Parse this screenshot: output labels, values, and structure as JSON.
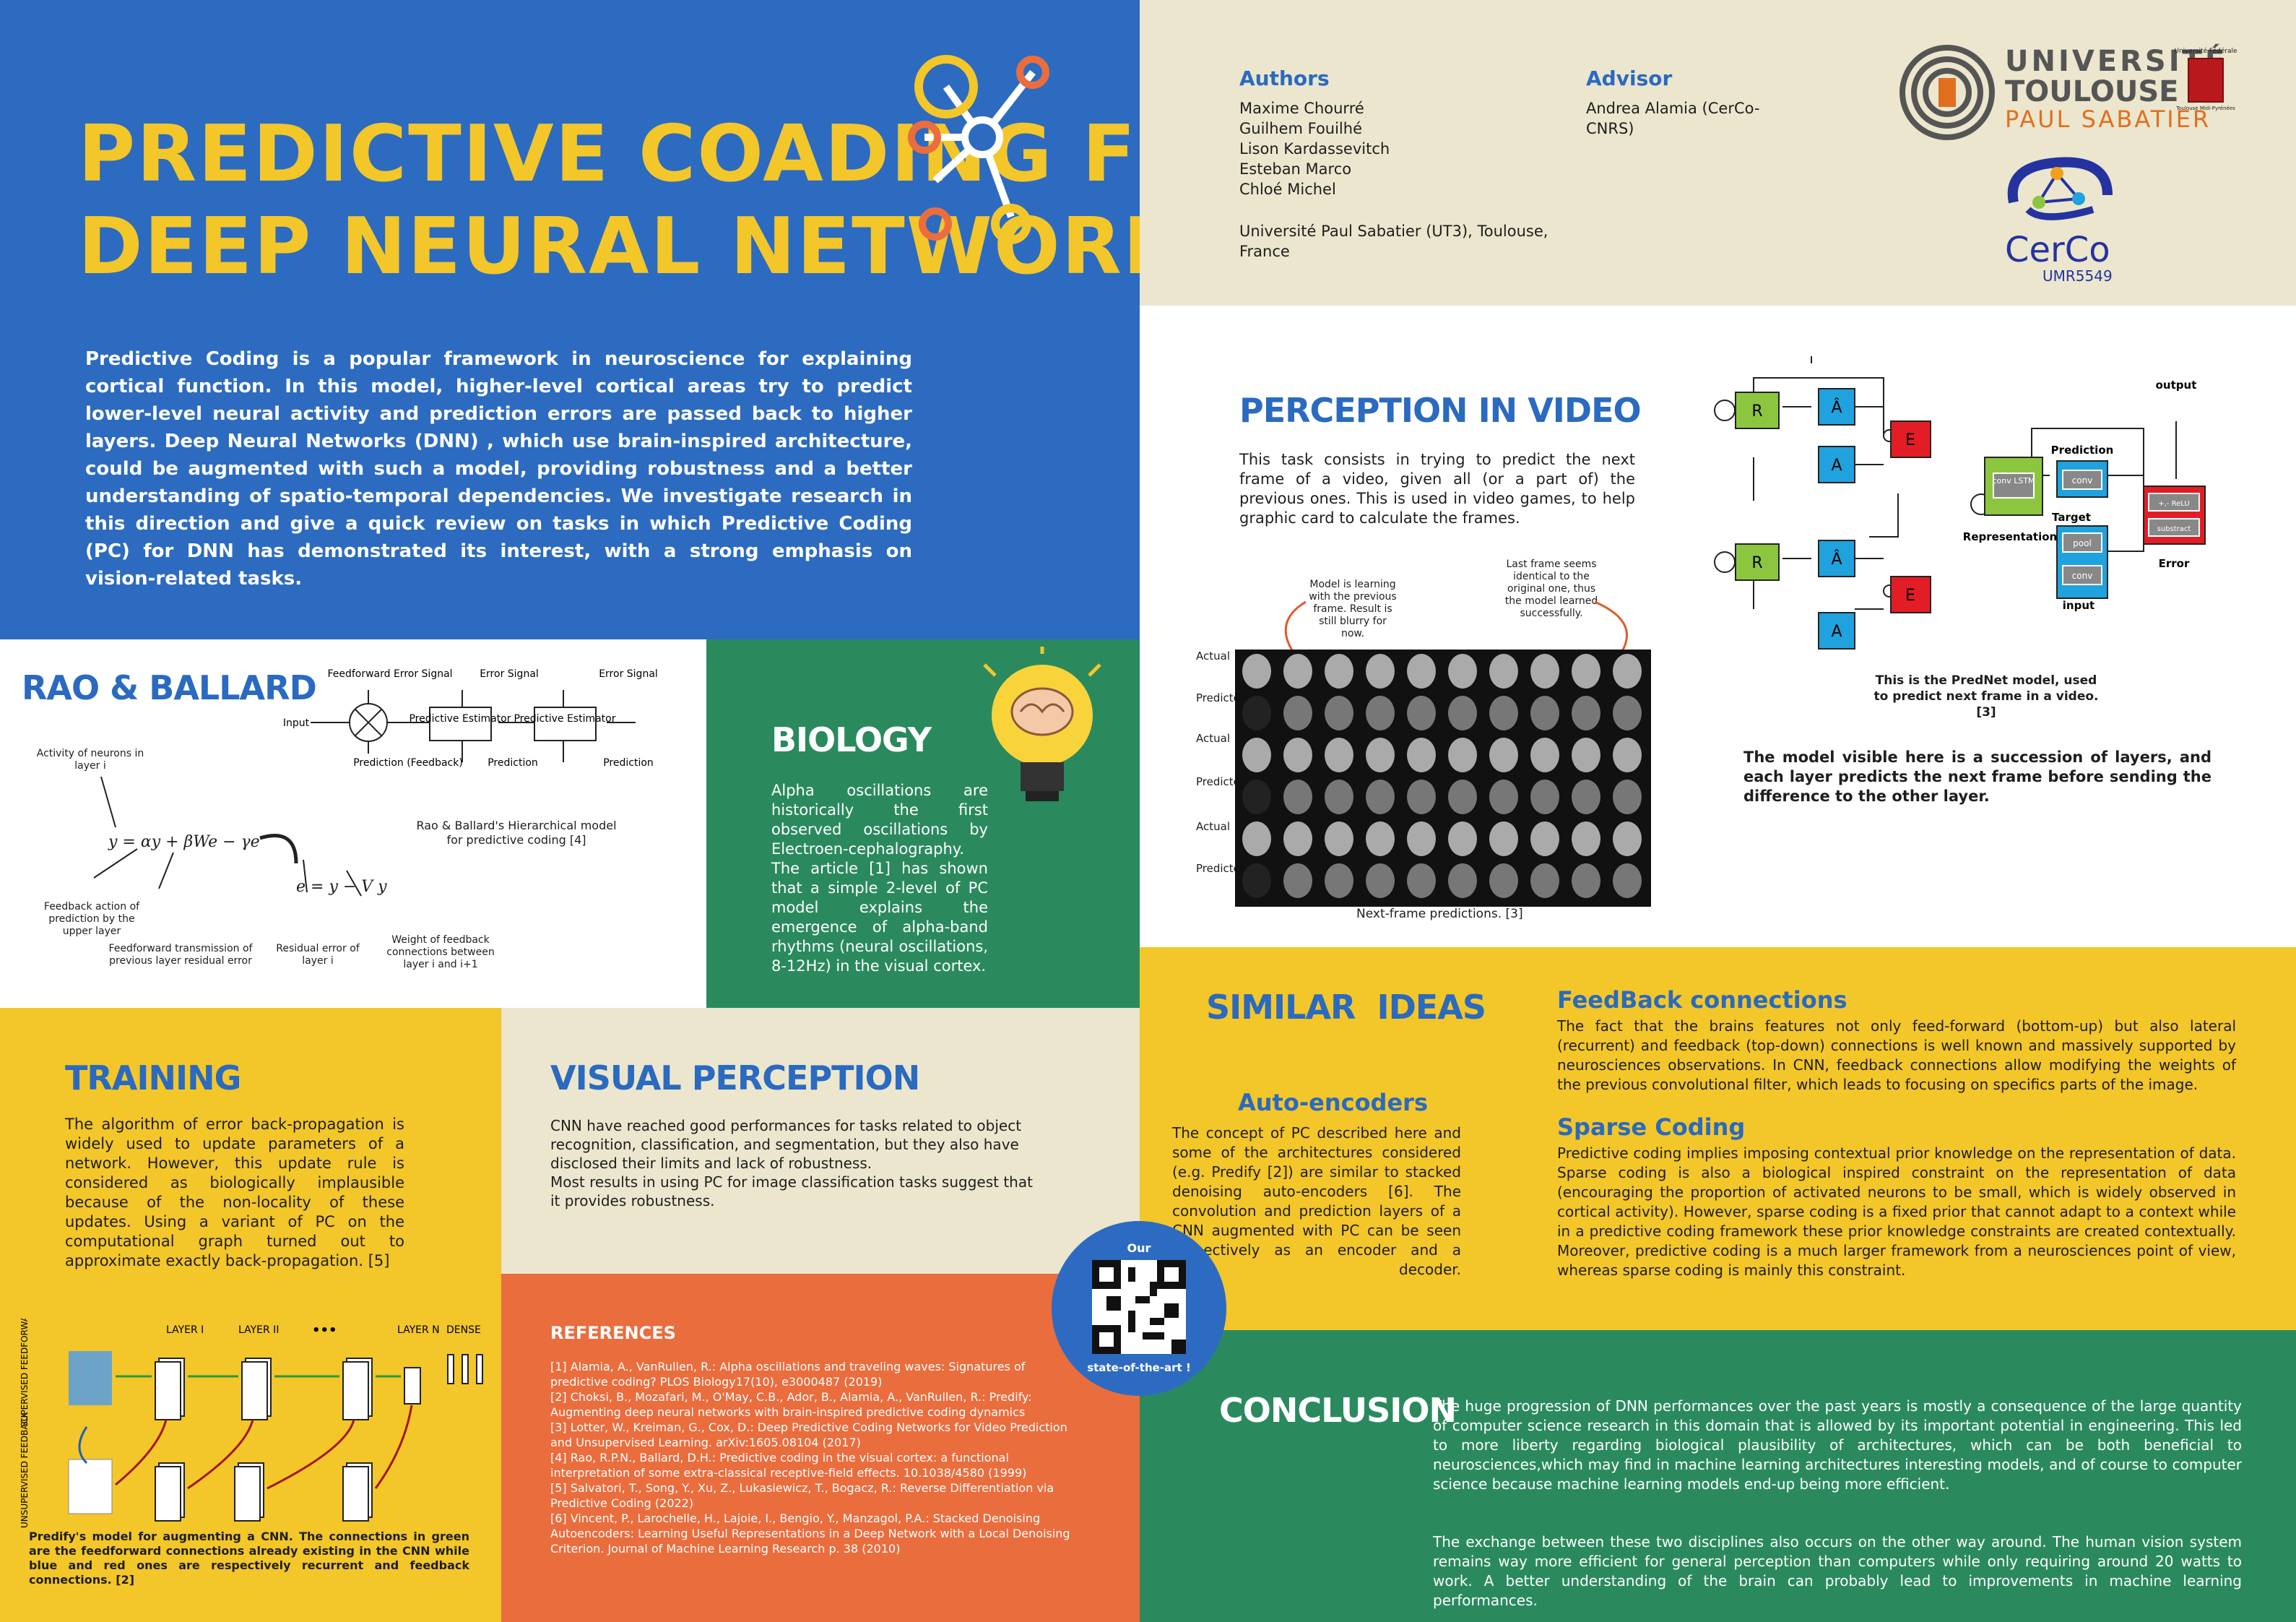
{
  "header": {
    "title_line1": "PREDICTIVE COADING FOR",
    "title_line2": "DEEP NEURAL NETWORKS",
    "intro": "Predictive Coding is a popular framework in neuroscience for explaining cortical function. In this model, higher-level cortical areas try to predict lower-level neural activity and prediction errors are passed back to higher layers. Deep Neural Networks (DNN) , which use brain-inspired architecture, could be augmented with such a model, providing robustness and a better understanding of spatio-temporal dependencies. We investigate research in this direction and give a quick review on tasks in which Predictive Coding (PC) for DNN has demonstrated its interest, with a strong emphasis on vision-related tasks."
  },
  "authors": {
    "heading": "Authors",
    "names": [
      "Maxime Chourré",
      "Guilhem Fouilhé",
      "Lison Kardassevitch",
      "Esteban Marco",
      "Chloé Michel"
    ],
    "affiliation": "Université Paul Sabatier (UT3), Toulouse, France",
    "advisor_heading": "Advisor",
    "advisor": "Andrea Alamia (CerCo-CNRS)"
  },
  "logos": {
    "ut3_line1": "UNIVERSITÉ",
    "ut3_line2": "TOULOUSE III",
    "ut3_line3": "PAUL SABATIER",
    "ut3_small": "Université Fédérale",
    "ut3_small2": "Toulouse Midi-Pyrénées",
    "cerco_name": "CerCo",
    "cerco_umr": "UMR5549"
  },
  "rao": {
    "title": "RAO & BALLARD",
    "caption": "Rao & Ballard's Hierarchical model for predictive coding [4]",
    "labels": {
      "ff": "Feedforward Error Signal",
      "error1": "Error Signal",
      "error2": "Error Signal",
      "input": "Input",
      "pe": "Predictive Estimator",
      "pred1": "Prediction",
      "pred2": "Prediction",
      "pred_fb": "Prediction (Feedback)",
      "activity": "Activity of neurons in layer i",
      "feedback_action": "Feedback action of prediction by the upper layer",
      "ff_transmission": "Feedforward transmission of previous layer residual error",
      "residual": "Residual error of layer i",
      "weight": "Weight of feedback connections between layer i and i+1",
      "eq1": "y = αy + βWe − γe",
      "eq2": "e = y − V y"
    }
  },
  "biology": {
    "title": "BIOLOGY",
    "text": "Alpha oscillations are historically the first observed oscillations by Electroen-cephalography. The article [1] has shown that a simple 2-level of PC model explains the emergence of alpha-band rhythms (neural oscillations, 8-12Hz) in the visual cortex."
  },
  "perception": {
    "title": "PERCEPTION IN VIDEO",
    "text": "This task consists in trying to predict the next frame of a video, given all (or a part of) the previous ones. This is used in video games, to help graphic card to calculate the frames.",
    "note1": "Model is learning with the previous frame. Result is still blurry for now.",
    "note2": "Last frame seems identical to the original one, thus the model learned successfully.",
    "rows": [
      "Actual",
      "Predicted",
      "Actual",
      "Predicted",
      "Actual",
      "Predicted"
    ],
    "caption": "Next-frame predictions. [3]",
    "prednet_caption": "This is the PredNet model, used to predict next frame in a video. [3]",
    "prednet_text": "The model visible here is a succession of layers, and each layer predicts the next frame before sending the difference to the other layer.",
    "prednet_labels": {
      "output": "output",
      "prediction": "Prediction",
      "target": "Target",
      "representation": "Representation",
      "error": "Error",
      "input": "input",
      "conv": "conv",
      "conv_lstm": "conv LSTM",
      "pool": "pool",
      "relu": "+,- ReLU",
      "substract": "substract"
    }
  },
  "training": {
    "title": "TRAINING",
    "text": "The algorithm of error back-propagation is widely used to update parameters of a network. However, this update rule is considered as biologically implausible because of the non-locality of these updates. Using a variant of PC on the computational graph turned out to approximate exactly back-propagation. [5]",
    "caption": "Predify's model for augmenting a CNN. The connections in green are the feedforward connections already existing in the CNN while blue and red ones are respectively recurrent and feedback connections. [2]",
    "labels": {
      "layer1": "LAYER I",
      "layer2": "LAYER II",
      "dots": "•••",
      "layerN": "LAYER N",
      "dense": "DENSE",
      "sup": "SUPERVISED FEEDFORWARD",
      "unsup": "UNSUPERVISED FEEDBACK"
    }
  },
  "visual": {
    "title": "VISUAL PERCEPTION",
    "text": "CNN have reached good performances for tasks related to object recognition, classification, and segmentation, but they also have disclosed their limits and lack of robustness.",
    "text2": "Most results in using PC for image classification tasks suggest that it provides robustness."
  },
  "references": {
    "title": "REFERENCES",
    "items": [
      "[1] Alamia, A., VanRullen, R.: Alpha oscillations and traveling waves: Signatures of predictive coding? PLOS Biology17(10), e3000487 (2019)",
      "[2] Choksi, B., Mozafari, M., O'May, C.B., Ador, B., Alamia, A., VanRullen, R.: Predify: Augmenting deep neural networks with brain-inspired predictive coding dynamics",
      "[3] Lotter, W., Kreiman, G., Cox, D.: Deep Predictive Coding Networks for Video Prediction and Unsupervised Learning. arXiv:1605.08104 (2017)",
      "[4] Rao, R.P.N., Ballard, D.H.: Predictive coding in the visual cortex: a functional interpretation of some extra-classical receptive-field effects. 10.1038/4580 (1999)",
      "[5] Salvatori, T., Song, Y., Xu, Z., Lukasiewicz, T., Bogacz, R.: Reverse Differentiation via Predictive Coding (2022)",
      "[6] Vincent, P., Larochelle, H., Lajoie, I., Bengio, Y., Manzagol, P.A.: Stacked Denoising Autoencoders: Learning Useful Representations in a Deep Network with a Local Denoising Criterion. Journal of Machine Learning Research p. 38 (2010)"
    ]
  },
  "qr": {
    "top": "Our",
    "bottom": "state-of-the-art !"
  },
  "similar": {
    "title": "SIMILAR  IDEAS",
    "auto_title": "Auto-encoders",
    "auto_text": "The concept of PC described here and some of the architectures considered (e.g. Predify [2]) are similar to stacked denoising auto-encoders [6]. The convolution and prediction layers of a CNN augmented with PC can be seen respectively as an encoder and a decoder.",
    "fb_title": "FeedBack connections",
    "fb_text": "The fact that the brains features not only feed-forward (bottom-up) but also lateral (recurrent) and feedback (top-down) connections is well known and massively supported by neurosciences observations. In CNN, feedback connections allow modifying the weights of the previous convolutional filter, which leads to focusing on specifics parts of the image.",
    "sparse_title": "Sparse Coding",
    "sparse_text": "Predictive coding implies imposing contextual prior knowledge on the representation of data. Sparse coding is also a biological inspired constraint on the representation of data (encouraging the proportion of activated neurons to be small, which is widely observed in cortical activity). However, sparse coding is a fixed prior that cannot adapt to a context while in a predictive coding framework these prior knowledge constraints are created contextually. Moreover, predictive coding is a much larger framework from a neurosciences point of view, whereas sparse coding is mainly this constraint."
  },
  "conclusion": {
    "title": "CONCLUSION",
    "text1": "The huge progression of DNN performances over the past years is mostly a consequence of the large quantity of computer science research in this domain that is allowed by its important potential in engineering. This led to more liberty regarding biological plausibility of architectures, which can be both beneficial to neurosciences,which may find in machine learning architectures interesting models, and of course to computer science because machine learning models end-up being more efficient.",
    "text2": "The exchange between these two disciplines also occurs on the other way around. The human vision system remains way more efficient for general perception than computers while only requiring around 20 watts to work. A better understanding of the brain can probably lead to improvements in machine learning performances."
  },
  "colors": {
    "blue": "#2c6bc0",
    "yellow": "#f3c629",
    "beige": "#ebe6cd",
    "green": "#2a8a5e",
    "orange": "#ea6d3e",
    "white": "#ffffff"
  }
}
